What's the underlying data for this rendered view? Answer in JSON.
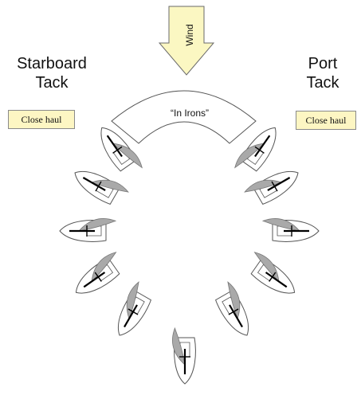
{
  "wind_label": "Wind",
  "in_irons_label": "“In Irons”",
  "left_heading": [
    "Starboard",
    "Tack"
  ],
  "right_heading": [
    "Port",
    "Tack"
  ],
  "left_box": "Close haul",
  "right_box": "Close haul",
  "colors": {
    "arrow_fill": "#fbf7c2",
    "box_fill": "#fdf6c3",
    "sail_fill": "#a9a9a9",
    "outline": "#555555"
  }
}
